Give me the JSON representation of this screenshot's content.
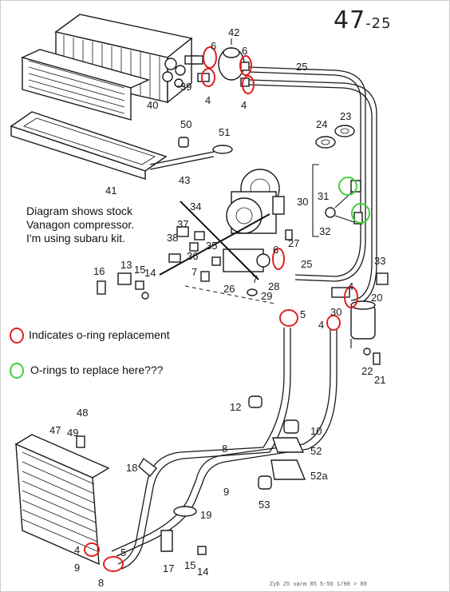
{
  "page_number": "47",
  "page_number_suffix": "-25",
  "notes": {
    "stock_note": [
      "Diagram shows stock",
      "Vanagon compressor.",
      "I'm using subaru kit."
    ],
    "legend_red": "Indicates o-ring replacement",
    "legend_green": "O-rings to replace here???"
  },
  "legend_colors": {
    "red": "#e02020",
    "green": "#3fd03f"
  },
  "part_labels": {
    "p4a": "4",
    "p4b": "4",
    "p4c": "4",
    "p4d": "4",
    "p4e": "4",
    "p5a": "5",
    "p5b": "5",
    "p6a": "6",
    "p6b": "6",
    "p6c": "6",
    "p7a": "7",
    "p7b": "7",
    "p8a": "8",
    "p8b": "8",
    "p9a": "9",
    "p9b": "9",
    "p10": "10",
    "p12": "12",
    "p13": "13",
    "p14a": "14",
    "p14b": "14",
    "p15a": "15",
    "p15b": "15",
    "p16": "16",
    "p17": "17",
    "p18": "18",
    "p19": "19",
    "p20": "20",
    "p21": "21",
    "p22": "22",
    "p23": "23",
    "p24": "24",
    "p25a": "25",
    "p25b": "25",
    "p26": "26",
    "p27": "27",
    "p28": "28",
    "p29": "29",
    "p30a": "30",
    "p30b": "30",
    "p31": "31",
    "p32": "32",
    "p33": "33",
    "p34": "34",
    "p35": "35",
    "p36": "36",
    "p37": "37",
    "p38": "38",
    "p39": "39",
    "p40": "40",
    "p41": "41",
    "p42": "42",
    "p43": "43",
    "p47": "47",
    "p48": "48",
    "p49": "49",
    "p50": "50",
    "p51": "51",
    "p52": "52",
    "p52a": "52a",
    "p53": "53"
  },
  "footer": "Zyb 25 varm 85 5-56 1/90 > 80"
}
